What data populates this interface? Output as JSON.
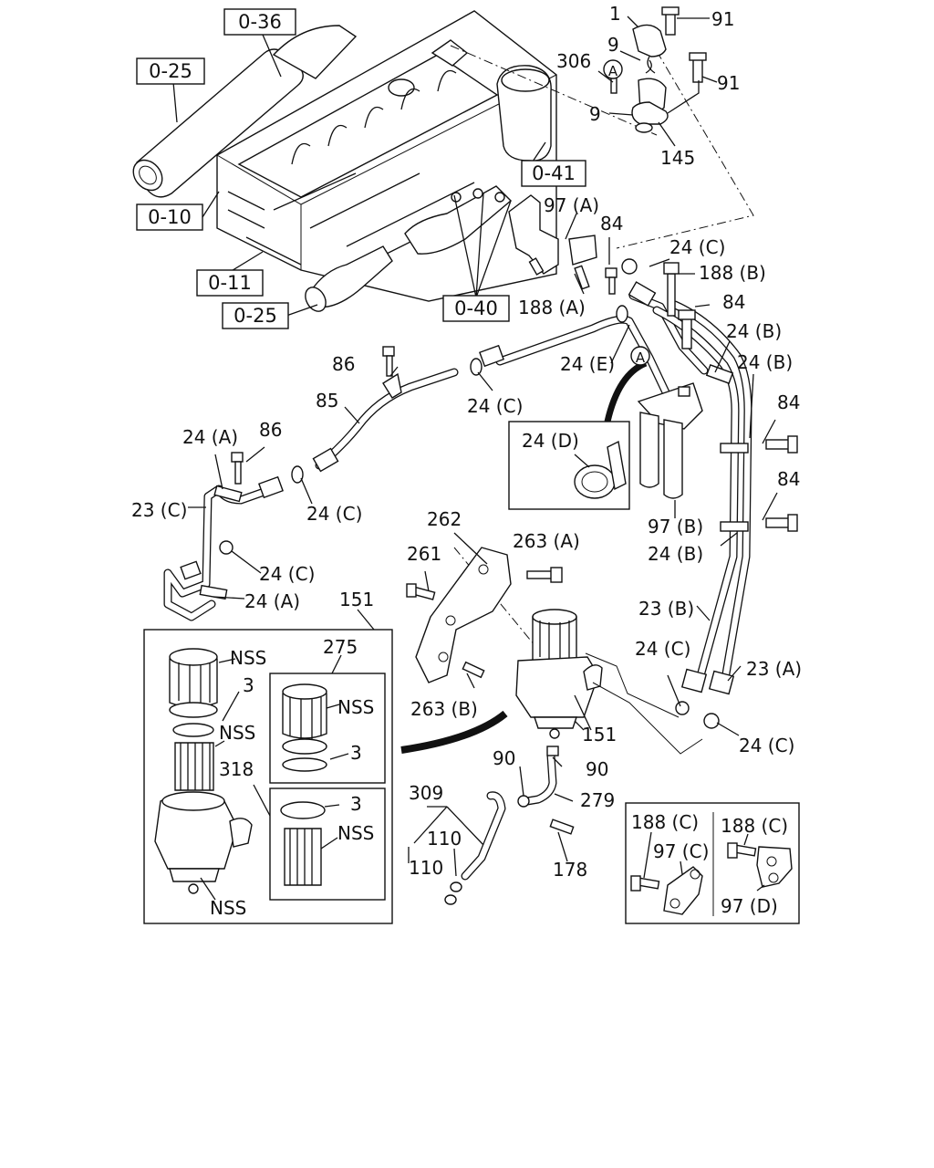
{
  "ref_boxes": {
    "b036": "0-36",
    "b025a": "0-25",
    "b010": "0-10",
    "b011": "0-11",
    "b025b": "0-25",
    "b040": "0-40",
    "b041": "0-41"
  },
  "callouts": {
    "c1": "1",
    "c91a": "91",
    "c9a": "9",
    "c306": "306",
    "cA1": "A",
    "c91b": "91",
    "c9b": "9",
    "c145": "145",
    "c97A": "97 (A)",
    "c84a": "84",
    "c24Ca": "24 (C)",
    "c188B": "188 (B)",
    "c188A": "188 (A)",
    "c84b": "84",
    "c24Ba": "24 (B)",
    "c24E": "24 (E)",
    "cA2": "A",
    "c24Bb": "24 (B)",
    "c86a": "86",
    "c85": "85",
    "c24Cb": "24 (C)",
    "c24D": "24 (D)",
    "c84c": "84",
    "c84d": "84",
    "c24Aa": "24 (A)",
    "c86b": "86",
    "c24Cc": "24 (C)",
    "c23C": "23 (C)",
    "c24Cd": "24 (C)",
    "c24Ab": "24 (A)",
    "c97B": "97 (B)",
    "c24Bc": "24 (B)",
    "c262": "262",
    "c263A": "263 (A)",
    "c261": "261",
    "c263B": "263 (B)",
    "c151a": "151",
    "c151b": "151",
    "c275": "275",
    "cNSS1": "NSS",
    "c3a": "3",
    "cNSS2": "NSS",
    "cNSS3": "NSS",
    "c3b": "3",
    "c318": "318",
    "c3c": "3",
    "cNSS4": "NSS",
    "cNSS5": "NSS",
    "c23B": "23 (B)",
    "c24Ce": "24 (C)",
    "c23A": "23 (A)",
    "c24Cf": "24 (C)",
    "c90a": "90",
    "c90b": "90",
    "c279": "279",
    "c309": "309",
    "c110a": "110",
    "c110b": "110",
    "c178": "178",
    "c188Ca": "188 (C)",
    "c97C": "97 (C)",
    "c188Cb": "188 (C)",
    "c97D": "97 (D)"
  }
}
